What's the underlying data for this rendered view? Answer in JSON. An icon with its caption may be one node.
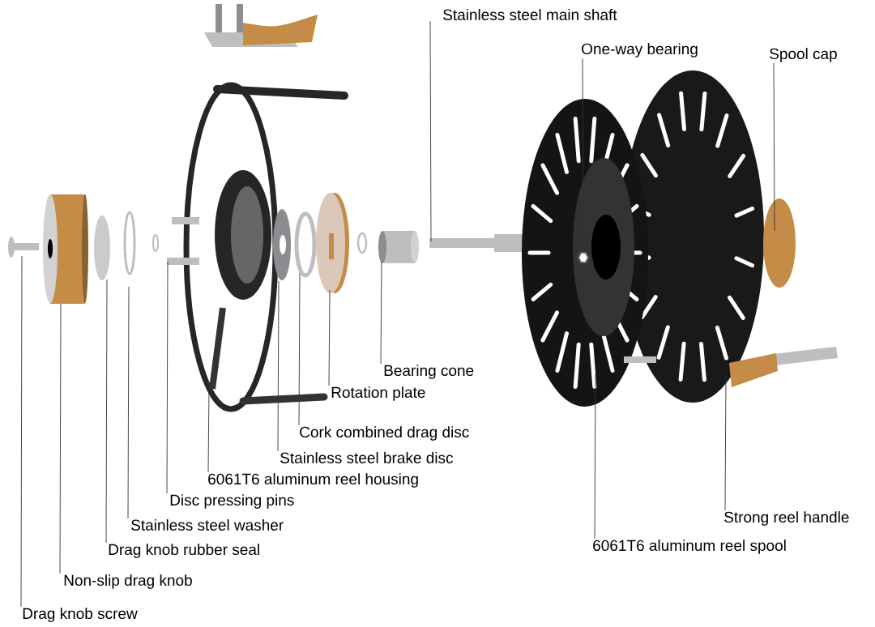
{
  "diagram": {
    "nodes": [
      {
        "text": [
          "Stainless steel main shaft"
        ]
      },
      {
        "text": [
          "One-way bearing"
        ]
      },
      {
        "text": [
          "Spool cap"
        ]
      },
      {
        "text": [
          "Bearing cone"
        ]
      },
      {
        "text": [
          "Rotation plate"
        ]
      },
      {
        "text": [
          "Cork combined drag disc"
        ]
      },
      {
        "text": [
          "Stainless steel brake disc"
        ]
      },
      {
        "text": [
          "6061T6 aluminum reel housing"
        ]
      },
      {
        "text": [
          "Disc pressing pins"
        ]
      },
      {
        "text": [
          "Stainless steel washer"
        ]
      },
      {
        "text": [
          "Drag knob rubber seal"
        ]
      },
      {
        "text": [
          "Non-slip drag knob"
        ]
      },
      {
        "text": [
          "Drag knob screw"
        ]
      },
      {
        "text": [
          "Strong reel handle"
        ]
      },
      {
        "text": [
          "6061T6 aluminum reel spool"
        ]
      }
    ],
    "edges": [
      {
        "from": 0,
        "to": null,
        "arrow": "none"
      },
      {
        "from": 1,
        "to": null,
        "arrow": "none"
      },
      {
        "from": 2,
        "to": null,
        "arrow": "none"
      },
      {
        "from": 3,
        "to": null,
        "arrow": "none"
      },
      {
        "from": 4,
        "to": null,
        "arrow": "none"
      },
      {
        "from": 5,
        "to": null,
        "arrow": "none"
      },
      {
        "from": 6,
        "to": null,
        "arrow": "none"
      },
      {
        "from": 7,
        "to": null,
        "arrow": "none"
      },
      {
        "from": 8,
        "to": null,
        "arrow": "none"
      },
      {
        "from": 9,
        "to": null,
        "arrow": "none"
      },
      {
        "from": 10,
        "to": null,
        "arrow": "none"
      },
      {
        "from": 11,
        "to": null,
        "arrow": "none"
      },
      {
        "from": 12,
        "to": null,
        "arrow": "none"
      },
      {
        "from": 13,
        "to": null,
        "arrow": "none"
      },
      {
        "from": 14,
        "to": null,
        "arrow": "none"
      }
    ]
  }
}
